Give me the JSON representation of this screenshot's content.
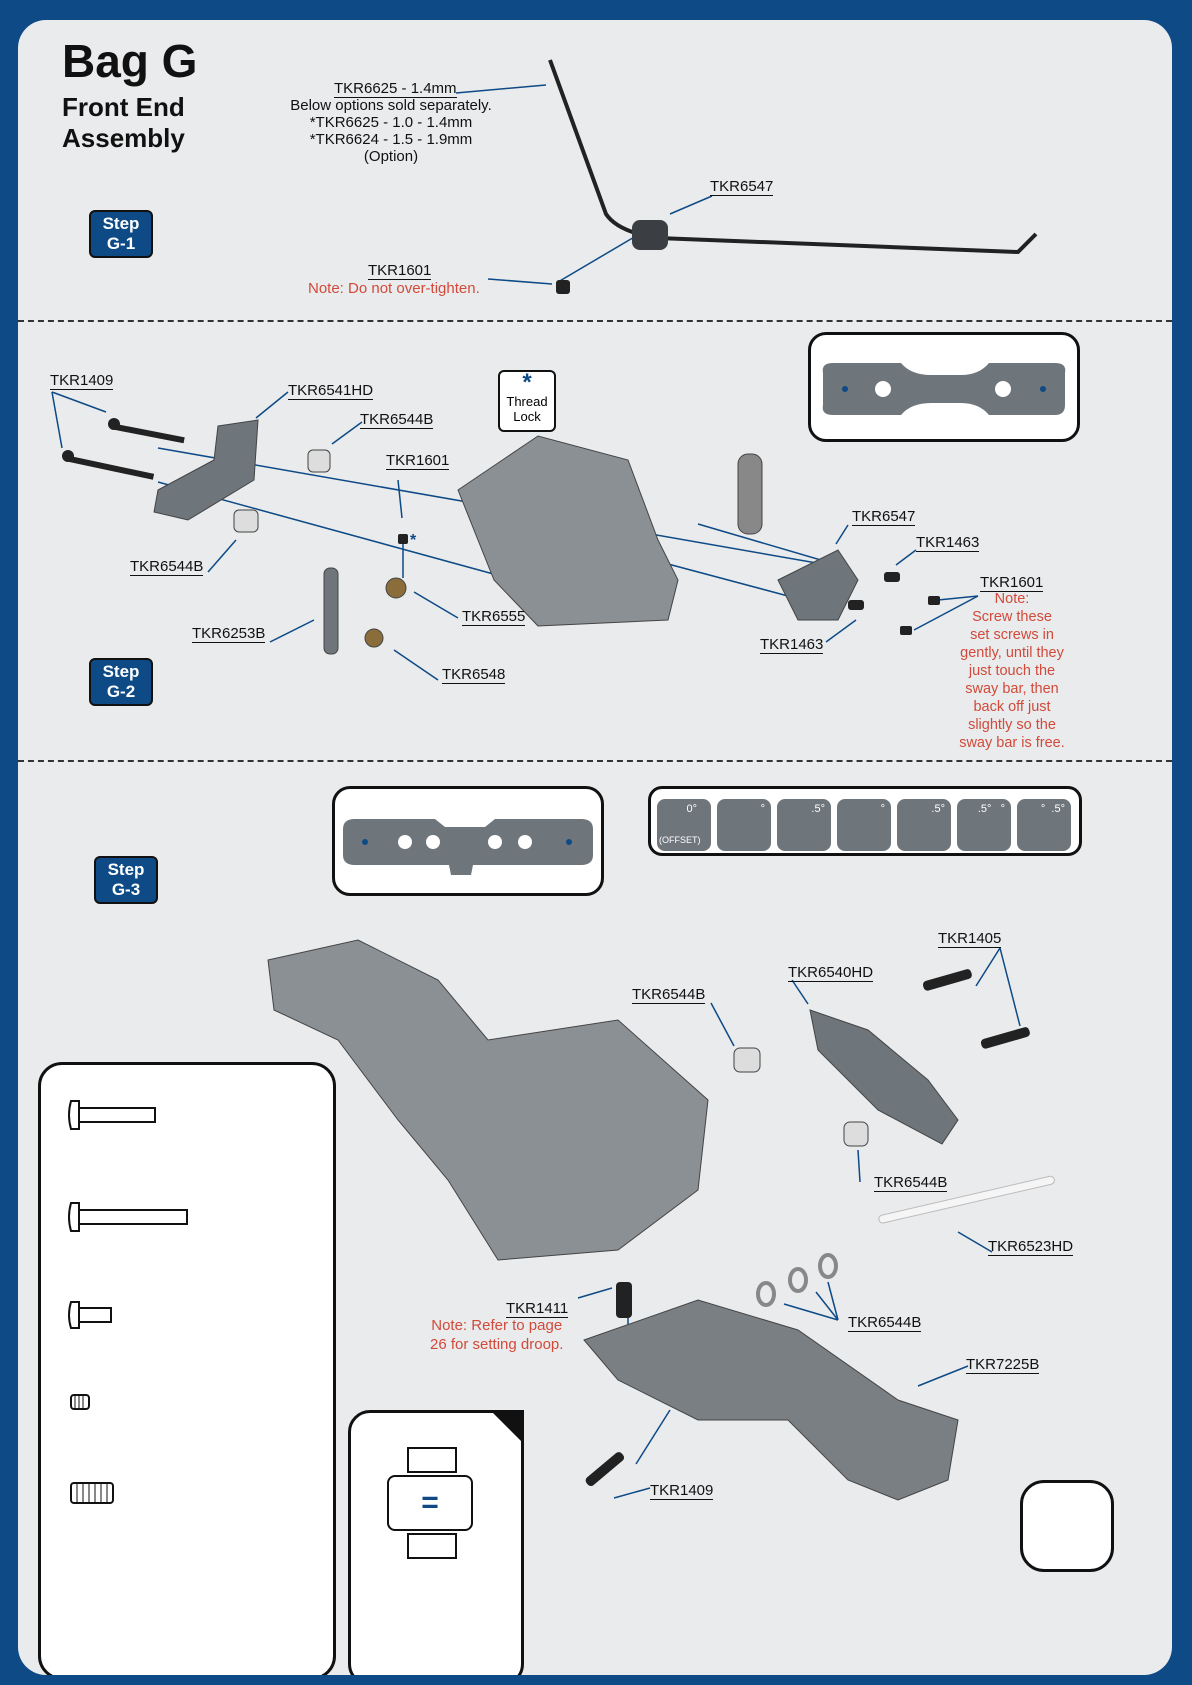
{
  "header": {
    "title": "Bag G",
    "subtitle_line1": "Front End",
    "subtitle_line2": "Assembly"
  },
  "steps": {
    "g1": "Step G-1",
    "g2": "Step G-2",
    "g3": "Step G-3"
  },
  "g1": {
    "swaybar_label": "TKR6625 - 1.4mm",
    "options_line1": "Below options sold separately.",
    "options_line2": "*TKR6625 - 1.0 - 1.4mm",
    "options_line3": "*TKR6624 - 1.5 - 1.9mm",
    "options_line4": "(Option)",
    "mount_label": "TKR6547",
    "setscrew_label": "TKR1601",
    "setscrew_note": "Note: Do not over-tighten."
  },
  "g2": {
    "thread_lock_symbol": "*",
    "thread_lock_line1": "Thread",
    "thread_lock_line2": "Lock",
    "asterisk": "*",
    "labels": {
      "tkr1409": "TKR1409",
      "tkr6541hd": "TKR6541HD",
      "tkr6544b_a": "TKR6544B",
      "tkr1601": "TKR1601",
      "tkr6544b_b": "TKR6544B",
      "tkr6555": "TKR6555",
      "tkr6253b": "TKR6253B",
      "tkr6548": "TKR6548",
      "tkr6547": "TKR6547",
      "tkr1463_a": "TKR1463",
      "tkr1463_b": "TKR1463",
      "tkr1601_b": "TKR1601"
    },
    "note": "Note:\nScrew these\nset screws in\ngently, until they\njust touch the\nsway bar, then\nback off just\nslightly so the\nsway bar is free."
  },
  "g3": {
    "offset_pads": [
      {
        "top": "0°",
        "bottom": "(OFFSET)"
      },
      {
        "top": "°",
        "bottom": ""
      },
      {
        "top": ".5°",
        "bottom": ""
      },
      {
        "top": "°",
        "bottom": ""
      },
      {
        "top": ".5°",
        "bottom": ""
      },
      {
        "top": ".5°   °",
        "bottom": ""
      },
      {
        "top": "°  .5°",
        "bottom": ""
      }
    ],
    "labels": {
      "tkr1405": "TKR1405",
      "tkr6540hd": "TKR6540HD",
      "tkr6544b_a": "TKR6544B",
      "tkr6544b_b": "TKR6544B",
      "tkr6523hd": "TKR6523HD",
      "tkr1411": "TKR1411",
      "tkr6544b_c": "TKR6544B",
      "tkr7225b": "TKR7225B",
      "tkr1409": "TKR1409"
    },
    "droop_note": "Note: Refer to page\n26 for setting droop.",
    "equals": "="
  },
  "colors": {
    "brand_blue": "#0d4a86",
    "note_red": "#d24a3a",
    "part_grey": "#6e757b"
  }
}
